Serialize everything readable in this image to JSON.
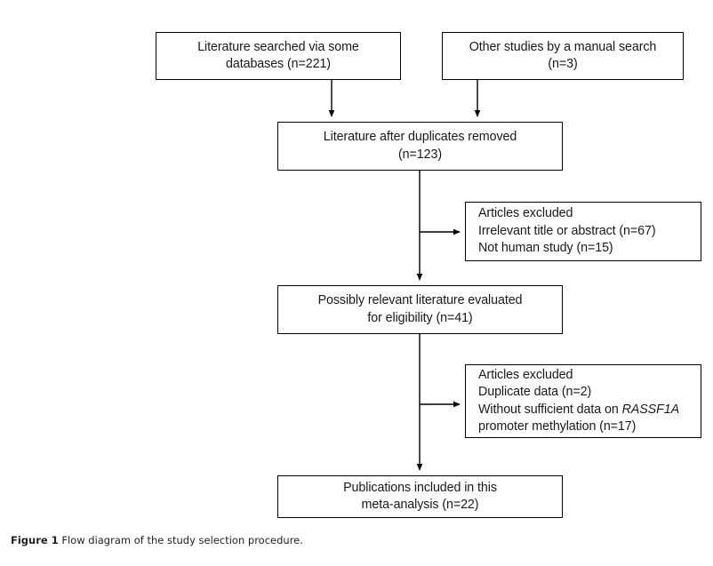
{
  "figure": {
    "caption_label": "Figure 1",
    "caption_text": "Flow diagram of the study selection procedure.",
    "line_color": "#000000",
    "text_color": "#1a1a1a",
    "background_color": "#ffffff"
  },
  "nodes": {
    "search_databases": {
      "line1": "Literature searched via some",
      "line2": "databases (n=221)",
      "count": 221
    },
    "manual_search": {
      "line1": "Other studies by a manual search",
      "line2": "(n=3)",
      "count": 3
    },
    "duplicates_removed": {
      "line1": "Literature after duplicates removed",
      "line2": "(n=123)",
      "count": 123
    },
    "excluded_first": {
      "line1": "Articles excluded",
      "line2": "Irrelevant title or abstract (n=67)",
      "line3": "Not human study (n=15)",
      "counts": [
        67,
        15
      ]
    },
    "eligibility": {
      "line1": "Possibly relevant literature evaluated",
      "line2": "for eligibility (n=41)",
      "count": 41
    },
    "excluded_second": {
      "line1": "Articles excluded",
      "line2": "Duplicate data (n=2)",
      "line3_prefix": "Without sufficient data on ",
      "line3_gene": "RASSF1A",
      "line4": "promoter methylation (n=17)",
      "counts": [
        2,
        17
      ]
    },
    "included": {
      "line1": "Publications included in this",
      "line2": "meta-analysis (n=22)",
      "count": 22
    }
  },
  "edges": [
    {
      "name": "search-databases-to-duplicates",
      "from": "search_databases",
      "to": "duplicates_removed",
      "style": "arrow-down"
    },
    {
      "name": "manual-search-to-duplicates",
      "from": "manual_search",
      "to": "duplicates_removed",
      "style": "arrow-down"
    },
    {
      "name": "duplicates-to-eligibility",
      "from": "duplicates_removed",
      "to": "eligibility",
      "style": "arrow-down"
    },
    {
      "name": "duplicates-to-excluded-first",
      "from": "duplicates_removed",
      "to": "excluded_first",
      "style": "arrow-right"
    },
    {
      "name": "eligibility-to-included",
      "from": "eligibility",
      "to": "included",
      "style": "arrow-down"
    },
    {
      "name": "eligibility-to-excluded-second",
      "from": "eligibility",
      "to": "excluded_second",
      "style": "arrow-right"
    }
  ]
}
